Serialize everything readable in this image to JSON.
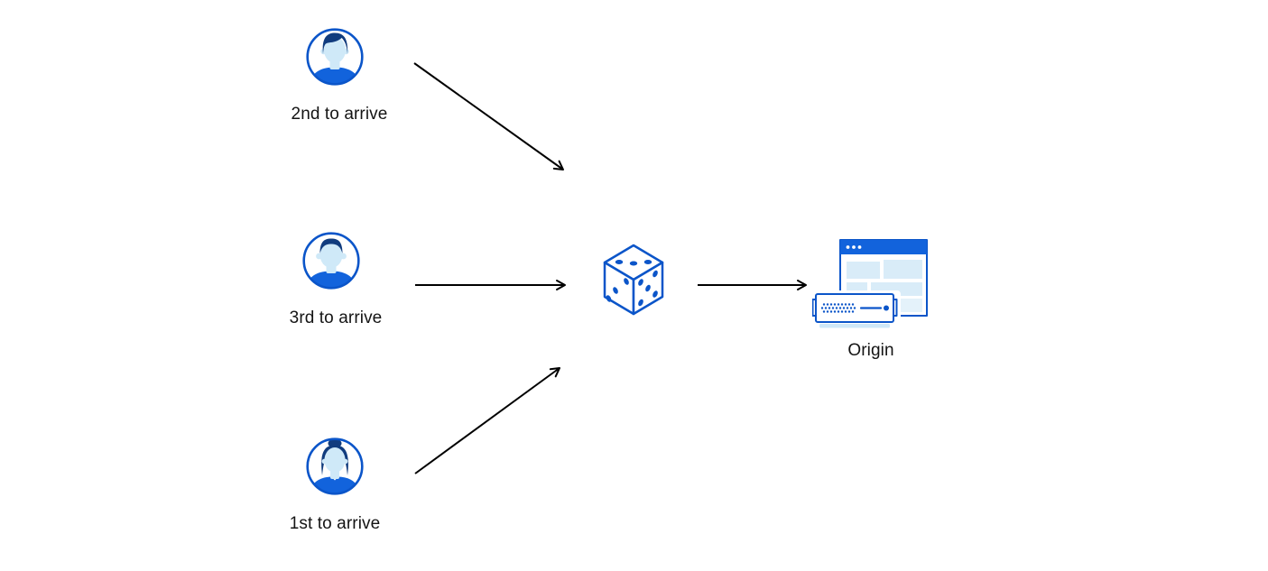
{
  "page": {
    "background": "#ffffff"
  },
  "palette": {
    "page_bg": "#ffffff",
    "stroke_blue": "#0b55c9",
    "solid_blue": "#1263dc",
    "navy": "#113c7e",
    "face_blue": "#cfe9f8",
    "panel_blue": "#d9ecf8",
    "panel_blue_light": "#e4f2fa",
    "shadow_blue": "#cfe8f8",
    "arrow_color": "#000000",
    "label_color": "#141414"
  },
  "diagram": {
    "clients": [
      {
        "id": "client-2nd",
        "label": "2nd to arrive",
        "icon": "user-avatar-man-icon"
      },
      {
        "id": "client-3rd",
        "label": "3rd to arrive",
        "icon": "user-avatar-man-short-hair-icon"
      },
      {
        "id": "client-1st",
        "label": "1st to arrive",
        "icon": "user-avatar-woman-icon"
      }
    ],
    "random_selector": {
      "id": "dice",
      "icon": "dice-icon"
    },
    "origin": {
      "id": "origin",
      "label": "Origin",
      "icon": "origin-server-icon"
    },
    "edges": [
      {
        "from": "client-2nd",
        "to": "dice"
      },
      {
        "from": "client-3rd",
        "to": "dice"
      },
      {
        "from": "client-1st",
        "to": "dice"
      },
      {
        "from": "dice",
        "to": "origin"
      }
    ]
  }
}
